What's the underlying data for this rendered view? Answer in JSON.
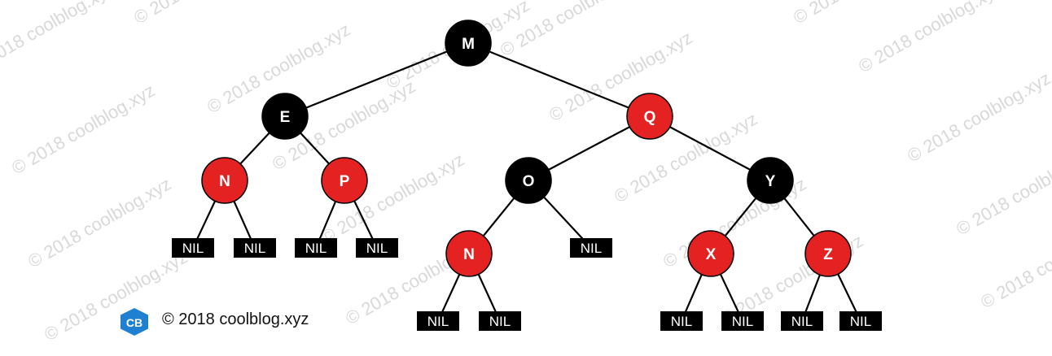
{
  "colors": {
    "red_node": "#e52222",
    "black_node": "#000000",
    "edge": "#000000",
    "nil_box": "#000000",
    "logo_blue": "#1f7fd1",
    "watermark": "#d9d9d9"
  },
  "tree": {
    "nodes": [
      {
        "id": "M",
        "label": "M",
        "color": "black"
      },
      {
        "id": "E",
        "label": "E",
        "color": "black"
      },
      {
        "id": "Q",
        "label": "Q",
        "color": "red"
      },
      {
        "id": "N1",
        "label": "N",
        "color": "red"
      },
      {
        "id": "P",
        "label": "P",
        "color": "red"
      },
      {
        "id": "O",
        "label": "O",
        "color": "black"
      },
      {
        "id": "Y",
        "label": "Y",
        "color": "black"
      },
      {
        "id": "N2",
        "label": "N",
        "color": "red"
      },
      {
        "id": "X",
        "label": "X",
        "color": "red"
      },
      {
        "id": "Z",
        "label": "Z",
        "color": "red"
      }
    ],
    "nil_label": "NIL",
    "edges": [
      [
        "M",
        "E"
      ],
      [
        "M",
        "Q"
      ],
      [
        "E",
        "N1"
      ],
      [
        "E",
        "P"
      ],
      [
        "Q",
        "O"
      ],
      [
        "Q",
        "Y"
      ],
      [
        "N1",
        "nil1"
      ],
      [
        "N1",
        "nil2"
      ],
      [
        "P",
        "nil3"
      ],
      [
        "P",
        "nil4"
      ],
      [
        "O",
        "N2"
      ],
      [
        "O",
        "nil5"
      ],
      [
        "Y",
        "X"
      ],
      [
        "Y",
        "Z"
      ],
      [
        "N2",
        "nil6"
      ],
      [
        "N2",
        "nil7"
      ],
      [
        "X",
        "nil8"
      ],
      [
        "X",
        "nil9"
      ],
      [
        "Z",
        "nil10"
      ],
      [
        "Z",
        "nil11"
      ]
    ],
    "nils": [
      "nil1",
      "nil2",
      "nil3",
      "nil4",
      "nil5",
      "nil6",
      "nil7",
      "nil8",
      "nil9",
      "nil10",
      "nil11"
    ]
  },
  "watermark": {
    "text": "© 2018 coolblog.xyz"
  },
  "footer": {
    "logo_letters": "CB",
    "copyright": "© 2018 coolblog.xyz"
  }
}
